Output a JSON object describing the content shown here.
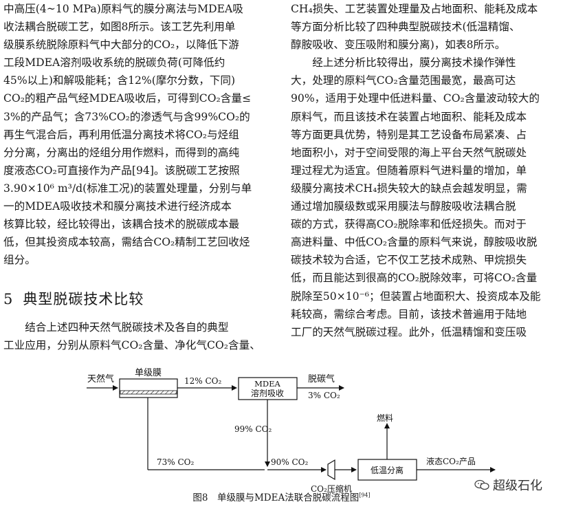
{
  "left_column": {
    "para1_lines": [
      "中高压(4~10 MPa)原料气的膜分离法与MDEA吸",
      "收法耦合脱碳工艺，如图8所示。该工艺先利用单",
      "级膜系统脱除原料气中大部分的CO₂，以降低下游",
      "工段MDEA溶剂吸收系统的脱碳负荷(可降低约",
      "45%以上)和解吸能耗；含12%(摩尔分数，下同)",
      "CO₂的粗产品气经MDEA吸收后，可得到CO₂含量≤",
      "3%的产品气；含73%CO₂的渗透气与含99%CO₂的",
      "再生气混合后，再利用低温分离技术将CO₂与烃组",
      "分分离，分离出的烃组分用作燃料，而得到的高纯",
      "度液态CO₂可直接作为产品[94]。该脱碳工艺按照",
      "3.90×10⁶ m³/d(标准工况)的装置处理量，分别与单",
      "一的MDEA吸收技术和膜分离技术进行经济成本",
      "核算比较，经比较得出，该耦合技术的脱碳成本最",
      "低，但其投资成本较高，需结合CO₂精制工艺回收烃",
      "组分。"
    ],
    "section_number": "5",
    "section_title": "典型脱碳技术比较",
    "para2_lines": [
      "　　结合上述四种天然气脱碳技术及各自的典型",
      "工业应用，分别从原料气CO₂含量、净化气CO₂含量、"
    ]
  },
  "right_column": {
    "lines": [
      "CH₄损失、工艺装置处理量及占地面积、能耗及成本",
      "等方面分析比较了四种典型脱碳技术(低温精馏、",
      "醇胺吸收、变压吸附和膜分离)，如表8所示。",
      "　　经上述分析比较得出，膜分离技术操作弹性",
      "大，处理的原料气CO₂含量范围最宽，最高可达",
      "90%，适用于处理中低进料量、CO₂含量波动较大的",
      "原料气，而且该技术在装置占地面积、能耗及成本",
      "等方面更具优势，特别是其工艺设备布局紧凑、占",
      "地面积小，对于空间受限的海上平台天然气脱碳处",
      "理过程尤为适宜。但随着原料气进料量的增加，单",
      "级膜分离技术CH₄损失较大的缺点会越发明显，需",
      "通过增加膜级数或采用膜法与醇胺吸收法耦合脱",
      "碳的方式，获得高CO₂脱除率和低烃损失。而对于",
      "高进料量、中低CO₂含量的原料气来说，醇胺吸收脱",
      "碳技术较为合适，它不仅工艺技术成熟、甲烷损失",
      "低，而且能达到很高的CO₂脱除效率，可将CO₂含量",
      "脱除至50×10⁻⁶；但装置占地面积大、投资成本及能",
      "耗较高，需综合考虑。目前，该技术普遍用于陆地",
      "工厂的天然气脱碳过程。此外，低温精馏和变压吸"
    ]
  },
  "figure": {
    "feed_label": "天然气",
    "membrane_label": "单级膜",
    "stream_12": "12% CO₂",
    "mdea_line1": "MDEA",
    "mdea_line2": "溶剂吸收",
    "product_gas": "脱碳气",
    "stream_3": "3% CO₂",
    "fuel_label": "燃料",
    "stream_99": "99% CO₂",
    "stream_73": "73% CO₂",
    "stream_90": "90% CO₂",
    "compressor_label": "CO₂压缩机",
    "cryo_label": "低温分离",
    "liquid_co2": "液态CO₂产品",
    "caption": "图8　单级膜与MDEA法联合脱碳流程图",
    "caption_ref": "[94]"
  },
  "watermark": {
    "text": "超级石化",
    "icon": "wechat-icon"
  }
}
